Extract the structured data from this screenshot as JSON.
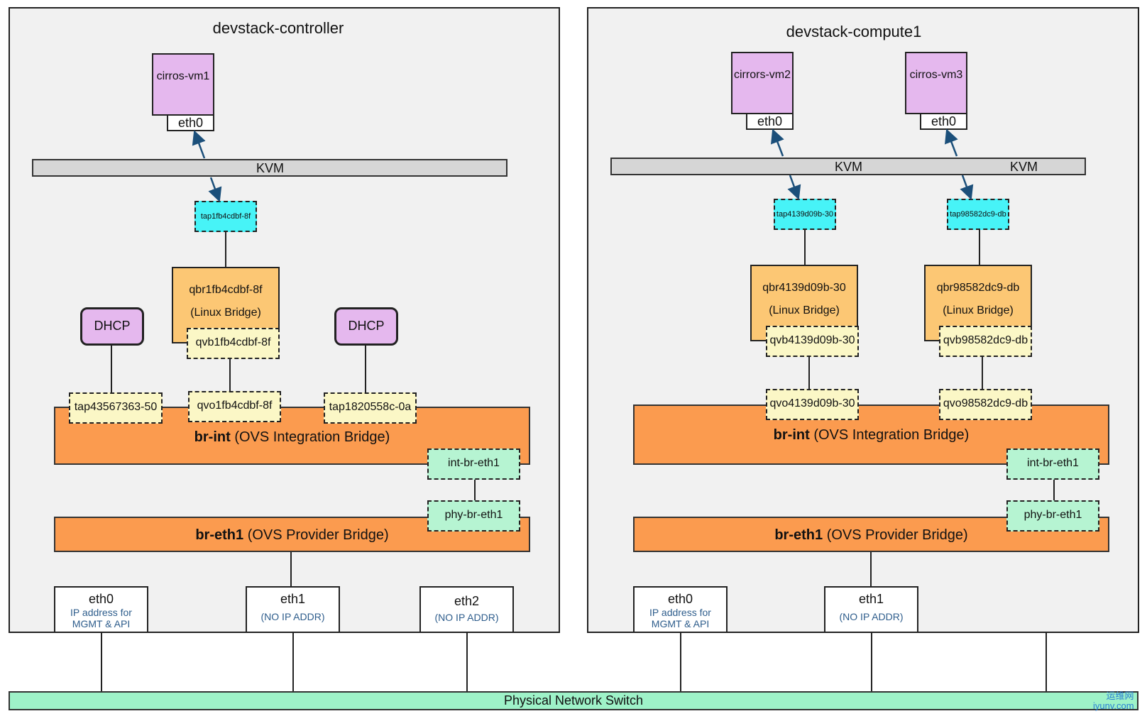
{
  "hosts": {
    "controller": {
      "title": "devstack-controller",
      "vm": {
        "name": "cirros-vm1",
        "iface": "eth0"
      },
      "kvm": "KVM",
      "tap": "tap1fb4cdbf-8f",
      "qbr": {
        "name": "qbr1fb4cdbf-8f",
        "sub": "(Linux Bridge)"
      },
      "qvb": "qvb1fb4cdbf-8f",
      "qvo": "qvo1fb4cdbf-8f",
      "dhcp": [
        "DHCP",
        "DHCP"
      ],
      "dhcp_taps": [
        "tap43567363-50",
        "tap1820558c-0a"
      ],
      "br_int": {
        "bold": "br-int",
        "rest": " (OVS Integration Bridge)"
      },
      "int_br": "int-br-eth1",
      "phy_br": "phy-br-eth1",
      "br_eth1": {
        "bold": "br-eth1",
        "rest": " (OVS Provider Bridge)"
      },
      "nics": [
        {
          "name": "eth0",
          "sub1": "IP address for",
          "sub2": "MGMT & API"
        },
        {
          "name": "eth1",
          "sub1": "(NO IP ADDR)",
          "sub2": ""
        },
        {
          "name": "eth2",
          "sub1": "(NO IP ADDR)",
          "sub2": ""
        }
      ]
    },
    "compute": {
      "title": "devstack-compute1",
      "vms": [
        {
          "name": "cirrors-vm2",
          "iface": "eth0"
        },
        {
          "name": "cirros-vm3",
          "iface": "eth0"
        }
      ],
      "kvm_labels": [
        "KVM",
        "KVM"
      ],
      "taps": [
        "tap4139d09b-30",
        "tap98582dc9-db"
      ],
      "qbrs": [
        {
          "name": "qbr4139d09b-30",
          "sub": "(Linux Bridge)"
        },
        {
          "name": "qbr98582dc9-db",
          "sub": "(Linux Bridge)"
        }
      ],
      "qvbs": [
        "qvb4139d09b-30",
        "qvb98582dc9-db"
      ],
      "qvos": [
        "qvo4139d09b-30",
        "qvo98582dc9-db"
      ],
      "br_int": {
        "bold": "br-int",
        "rest": " (OVS Integration Bridge)"
      },
      "int_br": "int-br-eth1",
      "phy_br": "phy-br-eth1",
      "br_eth1": {
        "bold": "br-eth1",
        "rest": " (OVS Provider Bridge)"
      },
      "nics": [
        {
          "name": "eth0",
          "sub1": "IP address for",
          "sub2": "MGMT & API"
        },
        {
          "name": "eth1",
          "sub1": "(NO IP ADDR)",
          "sub2": ""
        }
      ]
    }
  },
  "switch": "Physical Network Switch",
  "watermark": {
    "line1": "运维网",
    "line2": "iyunv.com"
  },
  "colors": {
    "host_bg": "#f1f1f1",
    "vm": "#e5b8ee",
    "tap": "#47f3f7",
    "qbr": "#fcc774",
    "port_yellow": "#fbf7c6",
    "port_green": "#b6f4d2",
    "bridge": "#fb9b4f",
    "kvm": "#d6d6d6",
    "switch": "#9ef2c8",
    "arrow": "#1b4f7a"
  }
}
